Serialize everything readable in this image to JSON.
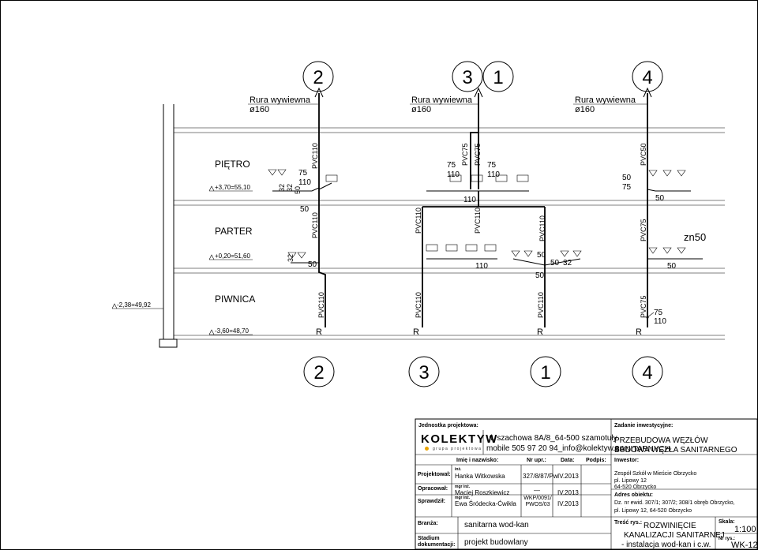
{
  "outlet_pipe": {
    "label": "Rura wywiewna",
    "size": "ø160"
  },
  "floors": [
    {
      "name": "PIĘTRO",
      "level": "+3,70=55,10"
    },
    {
      "name": "PARTER",
      "level": "+0,20=51,60"
    },
    {
      "name": "PIWNICA",
      "level": "-3,60=48,70"
    }
  ],
  "ground_level": "-2,38=49,92",
  "risers": [
    {
      "id": "2",
      "top_id": "2",
      "bottom_id": "2",
      "pipe_upper": "PVC110",
      "pipe_mid": "PVC110",
      "pipe_lower": "PVC110"
    },
    {
      "id": "3",
      "top_id": "3",
      "bottom_id": "3",
      "pipe_upper": "PVC75",
      "pipe_mid": "PVC110",
      "pipe_lower": "PVC110"
    },
    {
      "id": "1",
      "top_id": "1",
      "bottom_id": "1",
      "pipe_upper": "PVC75",
      "pipe_mid": "PVC110",
      "pipe_lower": "PVC110"
    },
    {
      "id": "4",
      "top_id": "4",
      "bottom_id": "4",
      "pipe_upper": "PVC50",
      "pipe_mid": "PVC75",
      "pipe_lower": "PVC75"
    }
  ],
  "dims": {
    "d32": "32",
    "d50": "50",
    "d75": "75",
    "d110": "110",
    "zn50": "zn50",
    "r": "R"
  },
  "title_block": {
    "unit_label": "Jednostka projektowa:",
    "logo_text": "KOLEKTYW",
    "logo_sub": "grupa projektowa",
    "address": "ul. szachowa 8A/8_64-500 szamotuły",
    "contact": "mobile 505 97 20 94_info@kolektyw.eu",
    "task_label": "Zadanie inwestycyjne:",
    "task_line1": "PRZEBUDOWA WĘZŁÓW SANITARNYCH",
    "task_line2": "BUDOWA WĘZŁA SANITARNEGO",
    "col_name": "Imię i nazwisko:",
    "col_permit": "Nr upr.:",
    "col_date": "Data:",
    "col_sign": "Podpis:",
    "investor_label": "Inwestor:",
    "rows": [
      {
        "role": "Projektował:",
        "title": "inż.",
        "name": "Hanka Witkowska",
        "permit": "327/8/87/Pw",
        "date": "IV.2013"
      },
      {
        "role": "Opracował:",
        "title": "mgr inż.",
        "name": "Maciej Roszkiewicz",
        "permit": "—",
        "date": "IV.2013"
      },
      {
        "role": "Sprawdził:",
        "title": "mgr inż.",
        "name": "Ewa Śródecka-Ćwikła",
        "permit": "WKP/0091/ PWOS/03",
        "date": "IV.2013"
      }
    ],
    "investor_line1": "Zespół Szkół w Mieście Obrzycko",
    "investor_line2": "pl. Lipowy 12",
    "investor_line3": "64-520 Obrzycko",
    "address_label": "Adres obiektu:",
    "address_line1": "Dz. nr ewid. 307/1; 307/2; 308/1 obręb Obrzycko,",
    "address_line2": "pl. Lipowy 12, 64-520 Obrzycko",
    "branch_label": "Branża:",
    "branch_value": "sanitarna wod-kan",
    "stage_label1": "Stadium",
    "stage_label2": "dokumentacji:",
    "stage_value": "projekt budowlany",
    "drawing_label": "Treść rys.:",
    "drawing_line1": "ROZWINIĘCIE",
    "drawing_line2": "KANALIZACJI SANITARNEJ",
    "drawing_line3": "- instalacja wod-kan i c.w.",
    "scale_label": "Skala:",
    "scale_value": "1:100",
    "number_label": "Nr rys.:",
    "number_value": "WK-12"
  }
}
